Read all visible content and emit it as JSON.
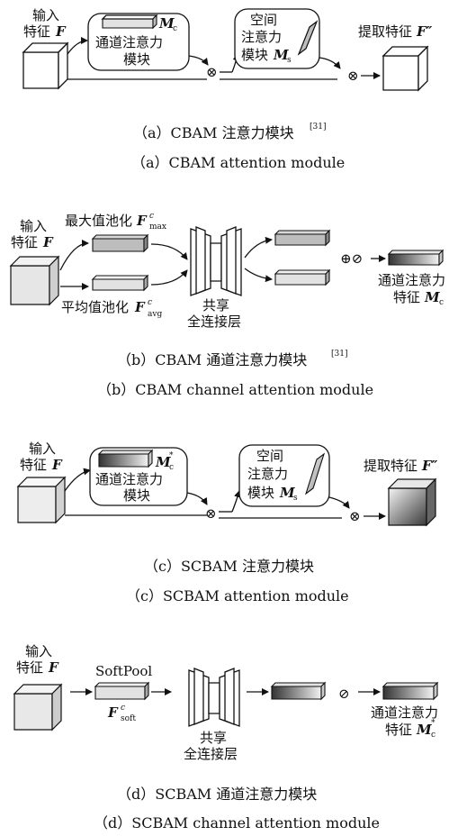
{
  "a": {
    "input_label_1": "输入",
    "input_label_2": "特征",
    "input_sym": "F",
    "channel_block_1": "通道注意力",
    "channel_block_2": "模块",
    "mc_sym": "M",
    "mc_sub": "c",
    "spatial_1": "空间",
    "spatial_2": "注意力",
    "spatial_3": "模块",
    "ms_sym": "M",
    "ms_sub": "s",
    "output_label": "提取特征",
    "output_sym": "F″",
    "mult_1": "⊗",
    "mult_2": "⊗",
    "caption_cn": "（a）CBAM 注意力模块",
    "caption_ref": "[31]",
    "caption_en": "（a）CBAM attention module"
  },
  "b": {
    "input_label_1": "输入",
    "input_label_2": "特征",
    "input_sym": "F",
    "maxpool_label": "最大值池化",
    "maxpool_sym": "F",
    "maxpool_sup": "c",
    "maxpool_sub": "max",
    "avgpool_label": "平均值池化",
    "avgpool_sym": "F",
    "avgpool_sup": "c",
    "avgpool_sub": "avg",
    "fc_label_1": "共享",
    "fc_label_2": "全连接层",
    "ops": "⊕⊘",
    "out_label_1": "通道注意力",
    "out_label_2": "特征",
    "out_sym": "M",
    "out_sub": "c",
    "caption_cn": "（b）CBAM 通道注意力模块",
    "caption_ref": "[31]",
    "caption_en": "（b）CBAM channel attention module"
  },
  "c": {
    "input_label_1": "输入",
    "input_label_2": "特征",
    "input_sym": "F",
    "channel_block_1": "通道注意力",
    "channel_block_2": "模块",
    "mc_sym": "M",
    "mc_sub": "c",
    "mc_sup": "*",
    "spatial_1": "空间",
    "spatial_2": "注意力",
    "spatial_3": "模块",
    "ms_sym": "M",
    "ms_sub": "s",
    "output_label": "提取特征",
    "output_sym": "F″",
    "mult_1": "⊗",
    "mult_2": "⊗",
    "caption_cn": "（c）SCBAM 注意力模块",
    "caption_en": "（c）SCBAM attention module"
  },
  "d": {
    "input_label_1": "输入",
    "input_label_2": "特征",
    "input_sym": "F",
    "softpool_label": "SoftPool",
    "soft_sym": "F",
    "soft_sup": "c",
    "soft_sub": "soft",
    "fc_label_1": "共享",
    "fc_label_2": "全连接层",
    "op": "⊘",
    "out_label_1": "通道注意力",
    "out_label_2": "特征",
    "out_sym": "M",
    "out_sub": "c",
    "out_sup": "*",
    "caption_cn": "（d）SCBAM 通道注意力模块",
    "caption_en": "（d）SCBAM channel attention module"
  }
}
